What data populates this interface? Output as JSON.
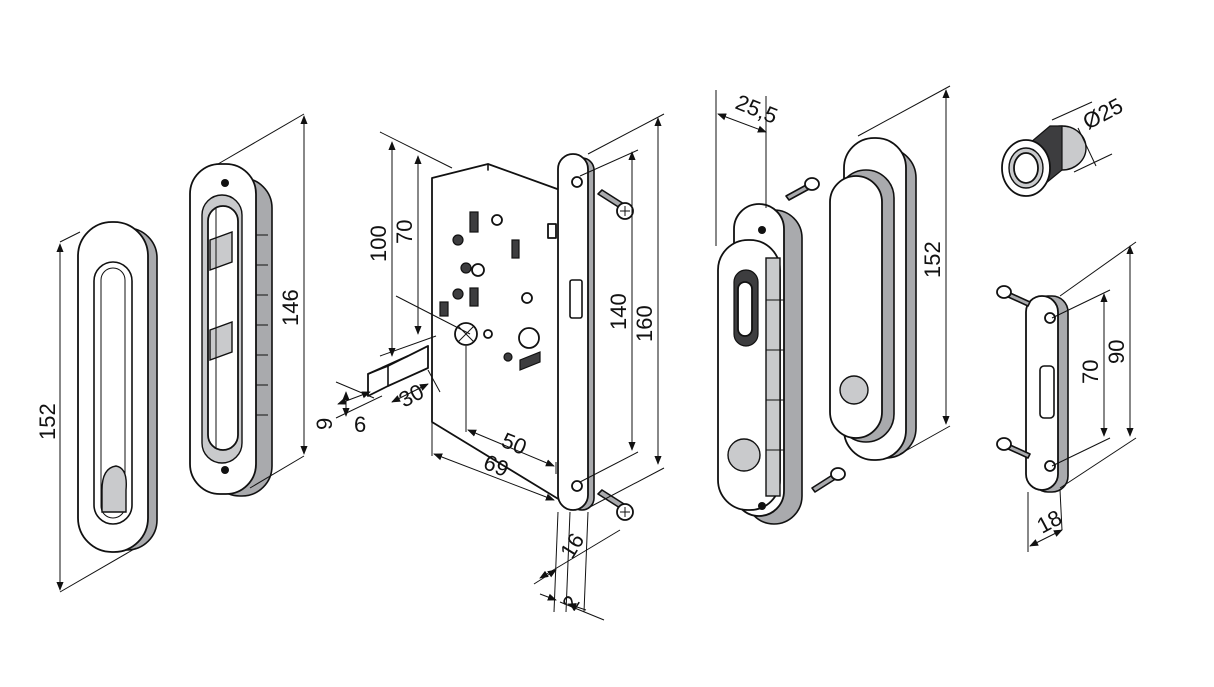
{
  "dimensions": {
    "rose_height": "152",
    "pull_height": "146",
    "lock_100": "100",
    "lock_70": "70",
    "lock_140": "140",
    "lock_160": "160",
    "spindle_9": "9",
    "spindle_6": "6",
    "spindle_30": "30",
    "backset_50": "50",
    "body_69": "69",
    "faceplate_16": "16",
    "faceplate_2": "2",
    "depth_25_5": "25,5",
    "handle_152": "152",
    "cylinder_dia": "Ø25",
    "strike_70": "70",
    "strike_90": "90",
    "strike_width": "18"
  }
}
